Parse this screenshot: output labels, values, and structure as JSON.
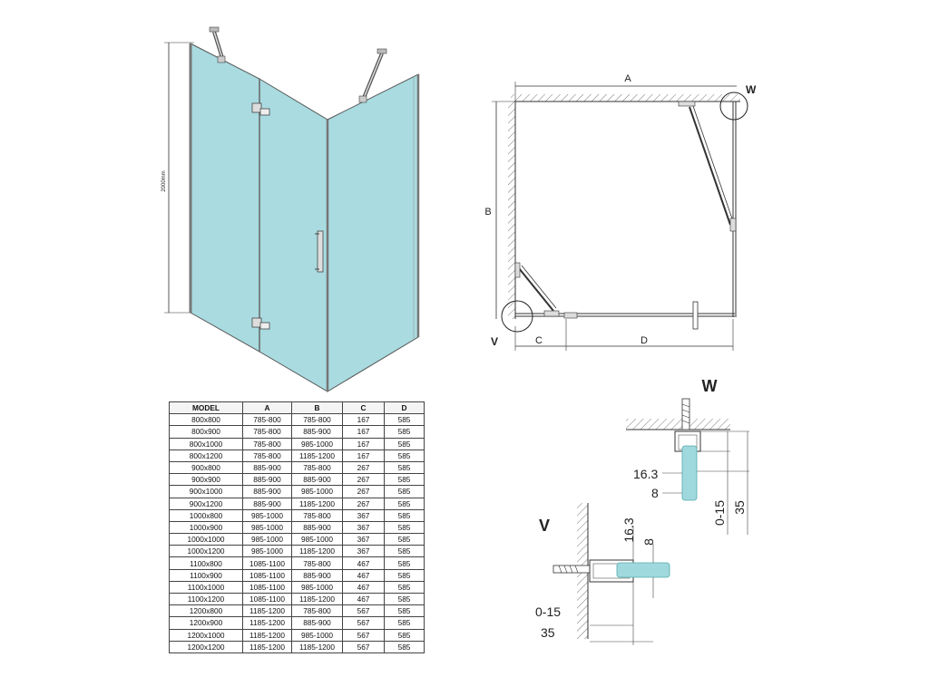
{
  "height_dimension": "2000mm",
  "plan": {
    "label_a": "A",
    "label_b": "B",
    "label_c": "C",
    "label_d": "D",
    "detail_w": "W",
    "detail_v": "V"
  },
  "detail_w": {
    "title": "W",
    "dim_16_3": "16.3",
    "dim_8": "8",
    "dim_0_15": "0-15",
    "dim_35": "35"
  },
  "detail_v": {
    "title": "V",
    "dim_16_3": "16.3",
    "dim_8": "8",
    "dim_0_15": "0-15",
    "dim_35": "35"
  },
  "colors": {
    "glass": "#a9dbe0",
    "glass_edge": "#7fc4cc",
    "line": "#333333",
    "detail_glass": "#9fd9de"
  },
  "table": {
    "headers": [
      "MODEL",
      "A",
      "B",
      "C",
      "D"
    ],
    "rows": [
      [
        "800x800",
        "785-800",
        "785-800",
        "167",
        "585"
      ],
      [
        "800x900",
        "785-800",
        "885-900",
        "167",
        "585"
      ],
      [
        "800x1000",
        "785-800",
        "985-1000",
        "167",
        "585"
      ],
      [
        "800x1200",
        "785-800",
        "1185-1200",
        "167",
        "585"
      ],
      [
        "900x800",
        "885-900",
        "785-800",
        "267",
        "585"
      ],
      [
        "900x900",
        "885-900",
        "885-900",
        "267",
        "585"
      ],
      [
        "900x1000",
        "885-900",
        "985-1000",
        "267",
        "585"
      ],
      [
        "900x1200",
        "885-900",
        "1185-1200",
        "267",
        "585"
      ],
      [
        "1000x800",
        "985-1000",
        "785-800",
        "367",
        "585"
      ],
      [
        "1000x900",
        "985-1000",
        "885-900",
        "367",
        "585"
      ],
      [
        "1000x1000",
        "985-1000",
        "985-1000",
        "367",
        "585"
      ],
      [
        "1000x1200",
        "985-1000",
        "1185-1200",
        "367",
        "585"
      ],
      [
        "1100x800",
        "1085-1100",
        "785-800",
        "467",
        "585"
      ],
      [
        "1100x900",
        "1085-1100",
        "885-900",
        "467",
        "585"
      ],
      [
        "1100x1000",
        "1085-1100",
        "985-1000",
        "467",
        "585"
      ],
      [
        "1100x1200",
        "1085-1100",
        "1185-1200",
        "467",
        "585"
      ],
      [
        "1200x800",
        "1185-1200",
        "785-800",
        "567",
        "585"
      ],
      [
        "1200x900",
        "1185-1200",
        "885-900",
        "567",
        "585"
      ],
      [
        "1200x1000",
        "1185-1200",
        "985-1000",
        "567",
        "585"
      ],
      [
        "1200x1200",
        "1185-1200",
        "1185-1200",
        "567",
        "585"
      ]
    ]
  }
}
